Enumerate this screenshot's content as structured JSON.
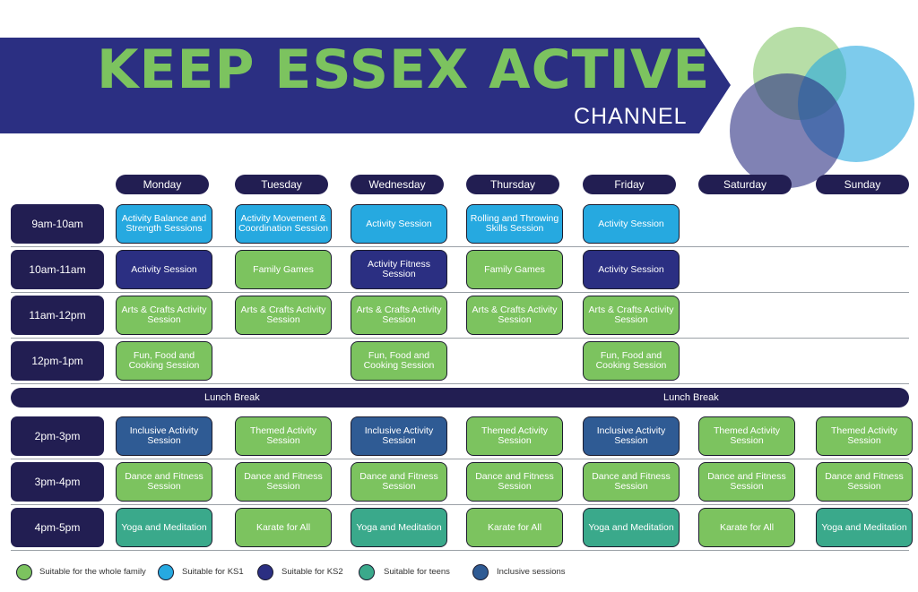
{
  "header": {
    "title": "KEEP ESSEX ACTIVE",
    "subtitle": "CHANNEL"
  },
  "colors": {
    "banner": "#2b2f82",
    "title_green": "#7cc35f",
    "whole_family": "#7cc35f",
    "ks1": "#26a9e0",
    "ks2": "#2b2f82",
    "teens": "#3aa98b",
    "inclusive": "#2f5b94"
  },
  "days": [
    "Monday",
    "Tuesday",
    "Wednesday",
    "Thursday",
    "Friday",
    "Saturday",
    "Sunday"
  ],
  "times": [
    "9am-10am",
    "10am-11am",
    "11am-12pm",
    "12pm-1pm",
    "2pm-3pm",
    "3pm-4pm",
    "4pm-5pm"
  ],
  "lunch": {
    "left_label": "Lunch Break",
    "right_label": "Lunch Break"
  },
  "schedule": {
    "r0": {
      "mon": "Activity Balance and Strength Sessions",
      "tue": "Activity Movement & Coordination Session",
      "wed": "Activity Session",
      "thu": "Rolling and Throwing Skills Session",
      "fri": "Activity Session"
    },
    "r1": {
      "mon": "Activity Session",
      "tue": "Family Games",
      "wed": "Activity Fitness Session",
      "thu": "Family Games",
      "fri": "Activity Session"
    },
    "r2": {
      "mon": "Arts & Crafts Activity Session",
      "tue": "Arts & Crafts Activity Session",
      "wed": "Arts & Crafts Activity Session",
      "thu": "Arts & Crafts Activity Session",
      "fri": "Arts & Crafts Activity Session"
    },
    "r3": {
      "mon": "Fun, Food and Cooking Session",
      "wed": "Fun, Food and Cooking Session",
      "fri": "Fun, Food and Cooking Session"
    },
    "r4": {
      "mon": "Inclusive Activity Session",
      "tue": "Themed Activity Session",
      "wed": "Inclusive Activity Session",
      "thu": "Themed Activity Session",
      "fri": "Inclusive Activity Session",
      "sat": "Themed Activity Session",
      "sun": "Themed Activity Session"
    },
    "r5": {
      "mon": "Dance and Fitness Session",
      "tue": "Dance and Fitness Session",
      "wed": "Dance and Fitness Session",
      "thu": "Dance and Fitness Session",
      "fri": "Dance and Fitness Session",
      "sat": "Dance and Fitness Session",
      "sun": "Dance and Fitness Session"
    },
    "r6": {
      "mon": "Yoga and Meditation",
      "tue": "Karate for All",
      "wed": "Yoga and Meditation",
      "thu": "Karate for All",
      "fri": "Yoga and Meditation",
      "sat": "Karate for All",
      "sun": "Yoga and Meditation"
    }
  },
  "legend": [
    {
      "label": "Suitable for the whole family"
    },
    {
      "label": "Suitable for KS1"
    },
    {
      "label": "Suitable for KS2"
    },
    {
      "label": "Suitable for teens"
    },
    {
      "label": "Inclusive sessions"
    }
  ]
}
